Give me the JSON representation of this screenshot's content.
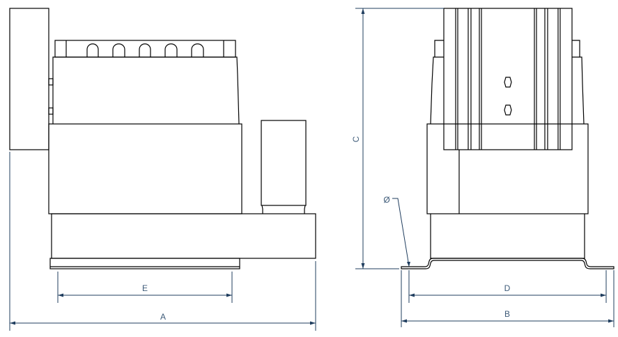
{
  "drawing": {
    "side_view": {
      "dimensions": {
        "overall_length": "A",
        "foot_spacing": "E"
      }
    },
    "front_view": {
      "dimensions": {
        "height": "C",
        "overall_width": "B",
        "mount_hole_spacing": "D",
        "hole_diameter": "Ø"
      }
    },
    "colors": {
      "outline": "#000000",
      "dimension": "#1f3d5e",
      "label": "#3d5a78"
    }
  }
}
